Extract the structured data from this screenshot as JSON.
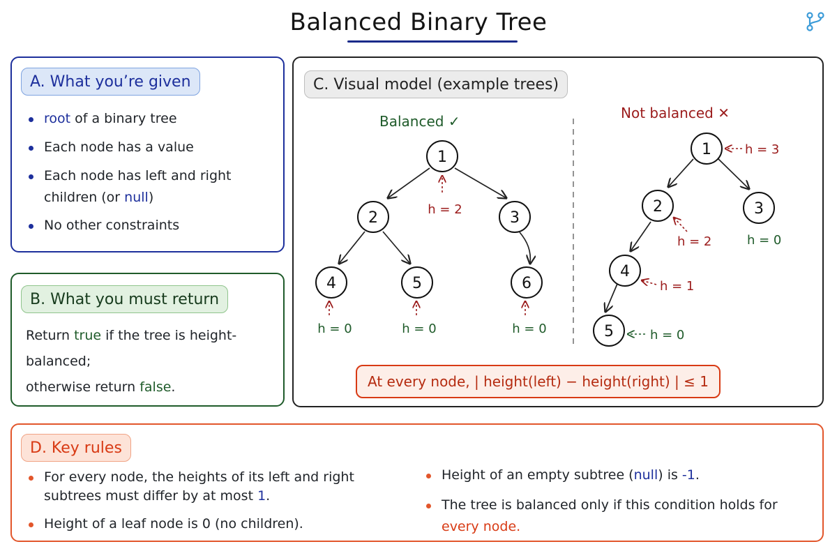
{
  "title": "Balanced Binary Tree",
  "panel_a": {
    "heading": "A. What you’re given",
    "items": [
      {
        "kw": "root",
        "rest": " of a binary tree"
      },
      {
        "text": "Each node has a value"
      },
      {
        "pre": "Each node has left and right children (or ",
        "kw": "null",
        "post": ")"
      },
      {
        "text": "No other constraints"
      }
    ]
  },
  "panel_b": {
    "heading": "B. What you must return",
    "p1_pre": "Return ",
    "p1_kw": "true",
    "p1_post": " if the tree is height-balanced;",
    "p2_pre": "otherwise return ",
    "p2_kw": "false",
    "p2_post": "."
  },
  "panel_c": {
    "heading": "C. Visual model  (example trees)",
    "balanced_label": "Balanced ✓",
    "unbalanced_label": "Not balanced  ✕",
    "balanced_tree": {
      "nodes": [
        "1",
        "2",
        "3",
        "4",
        "5",
        "6"
      ],
      "annotations": [
        "h = 2",
        "h = 0",
        "h = 0",
        "h = 0"
      ]
    },
    "unbalanced_tree": {
      "nodes": [
        "1",
        "2",
        "3",
        "4",
        "5"
      ],
      "annotations": [
        "h = 3",
        "h = 2",
        "h = 0",
        "h = 1",
        "h = 0"
      ]
    },
    "formula": "At every node, | height(left) − height(right) | ≤ 1"
  },
  "panel_d": {
    "heading": "D. Key rules",
    "rule1_pre": "For every node, the heights of its left and right subtrees must differ by at most ",
    "rule1_kw": "1",
    "rule1_post": ".",
    "rule2": "Height of a leaf node is 0 (no children).",
    "rule3_pre": "Height of an empty subtree (",
    "rule3_kw": "null",
    "rule3_mid": ") is ",
    "rule3_kw2": "-1",
    "rule3_post": ".",
    "rule4_pre": "The tree is balanced only if this condition holds for ",
    "rule4_kw": "every node.",
    "rule4_post": ""
  },
  "colors": {
    "blue": "#1d2f9c",
    "green": "#1f5b2a",
    "dark_red": "#9b1c1c",
    "orange_red": "#d83a14"
  },
  "icons": {
    "top_right": "branch-icon"
  }
}
